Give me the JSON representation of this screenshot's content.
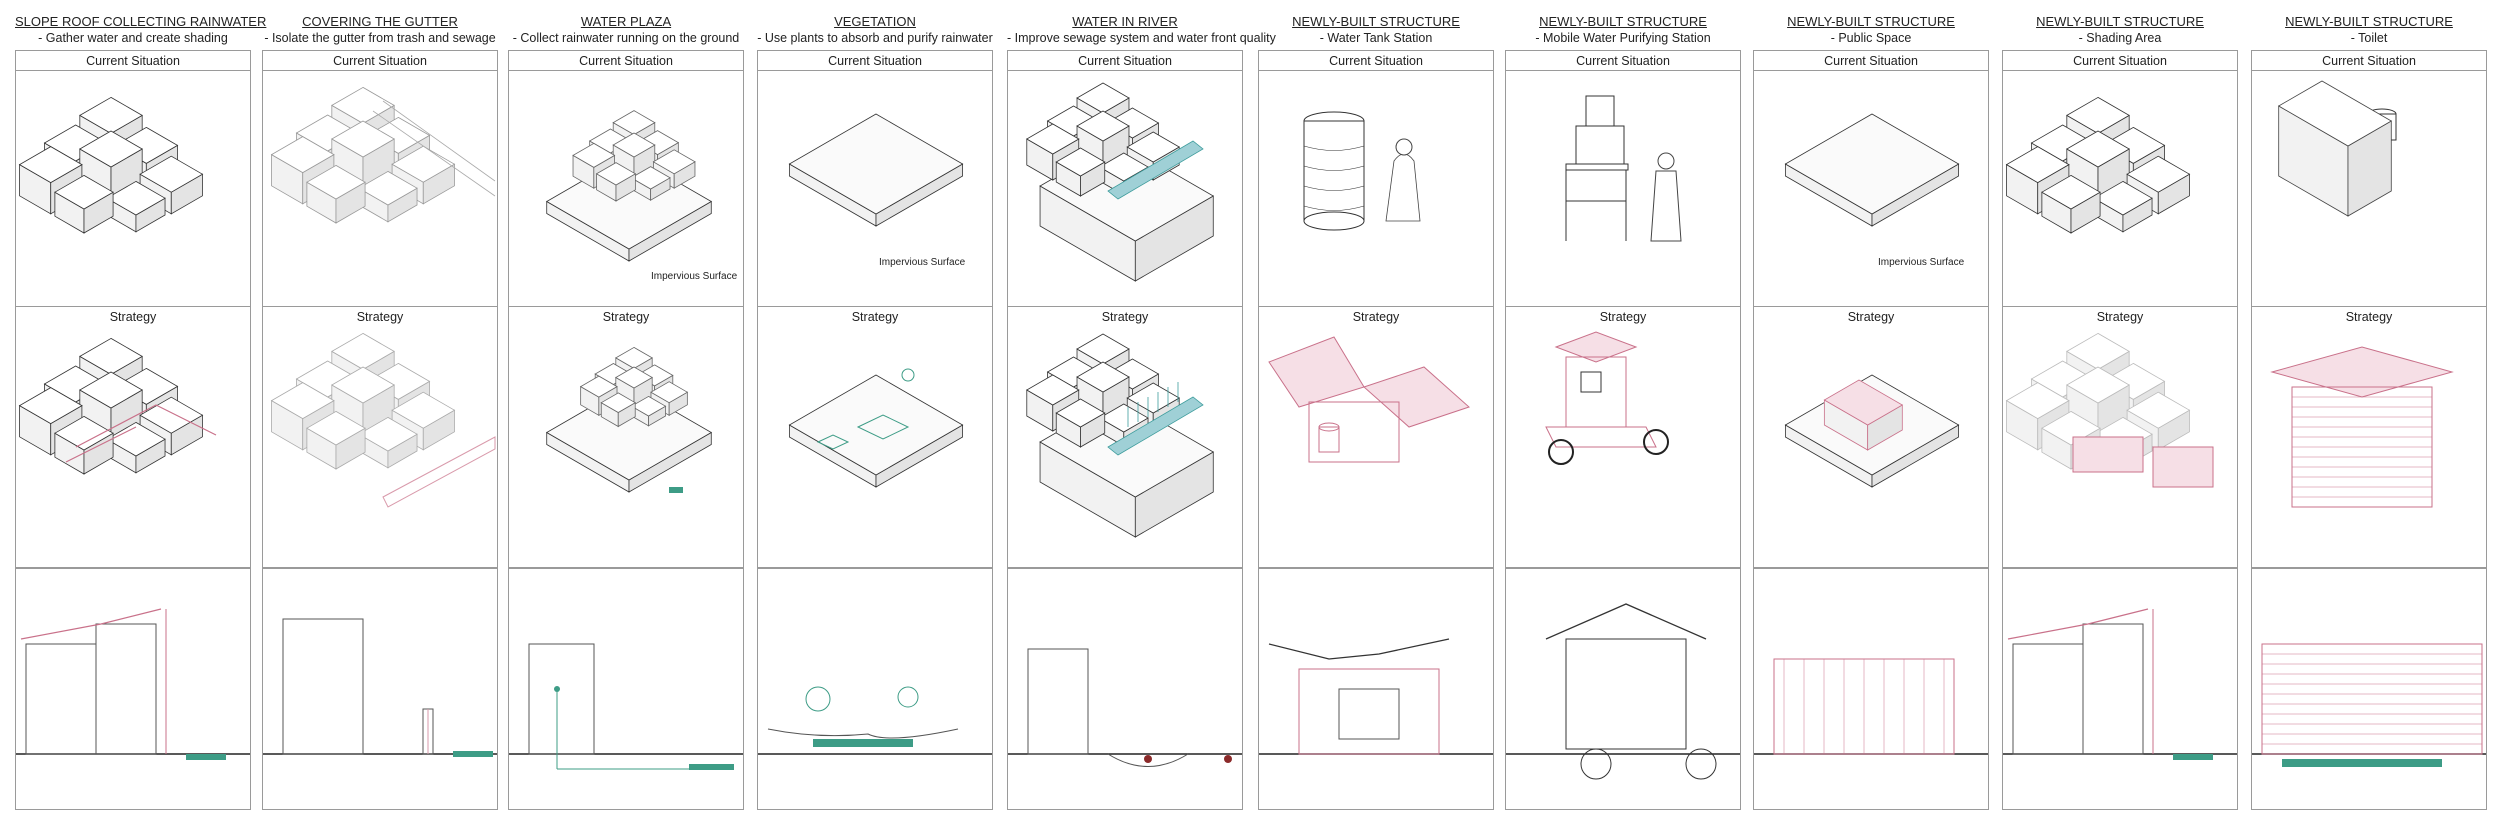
{
  "columns": [
    {
      "title": "SLOPE ROOF COLLECTING RAINWATER",
      "subtitle": "- Gather water and create shading",
      "icon": "stacked-houses",
      "strategy_color": "#c9718a"
    },
    {
      "title": "COVERING  THE GUTTER",
      "subtitle": "- Isolate the gutter from trash and sewage",
      "icon": "gutter-houses",
      "strategy_color": "#d99aab"
    },
    {
      "title": "WATER PLAZA",
      "subtitle": "- Collect rainwater running on the ground",
      "icon": "plaza-platform",
      "strategy_color": "#3d9c86"
    },
    {
      "title": "VEGETATION",
      "subtitle": "- Use plants to absorb and purify rainwater",
      "icon": "vegetation-platform",
      "strategy_color": "#3d9c86"
    },
    {
      "title": "WATER IN RIVER",
      "subtitle": "- Improve sewage system and water front quality",
      "icon": "river-section",
      "strategy_color": "#3d9c9c"
    },
    {
      "title": "NEWLY-BUILT STRUCTURE",
      "subtitle": "- Water Tank Station",
      "icon": "water-tank",
      "strategy_color": "#c9718a"
    },
    {
      "title": "NEWLY-BUILT STRUCTURE",
      "subtitle": "- Mobile Water Purifying Station",
      "icon": "mobile-station",
      "strategy_color": "#c9718a"
    },
    {
      "title": "NEWLY-BUILT STRUCTURE",
      "subtitle": "- Public Space",
      "icon": "public-space",
      "strategy_color": "#c9718a"
    },
    {
      "title": "NEWLY-BUILT STRUCTURE",
      "subtitle": "- Shading Area",
      "icon": "shading-area",
      "strategy_color": "#c9718a"
    },
    {
      "title": "NEWLY-BUILT STRUCTURE",
      "subtitle": "- Toilet",
      "icon": "toilet",
      "strategy_color": "#c9718a"
    }
  ],
  "labels": {
    "current": "Current Situation",
    "strategy": "Strategy",
    "impervious": "Impervious Surface"
  }
}
